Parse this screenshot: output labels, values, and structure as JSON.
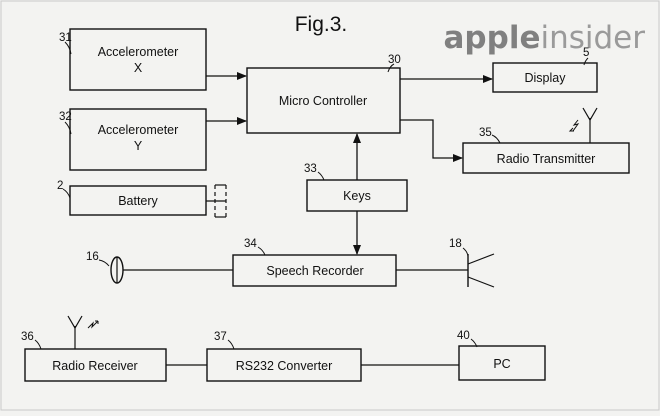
{
  "figure": {
    "title": "Fig.3.",
    "watermark": {
      "part1": "apple",
      "part2": "insider"
    }
  },
  "blocks": {
    "accel_x": {
      "ref": "31",
      "line1": "Accelerometer",
      "line2": "X"
    },
    "accel_y": {
      "ref": "32",
      "line1": "Accelerometer",
      "line2": "Y"
    },
    "battery": {
      "ref": "2",
      "label": "Battery"
    },
    "micro": {
      "ref": "30",
      "label": "Micro Controller"
    },
    "display": {
      "ref": "5",
      "label": "Display"
    },
    "radio_tx": {
      "ref": "35",
      "label": "Radio Transmitter"
    },
    "keys": {
      "ref": "33",
      "label": "Keys"
    },
    "speech": {
      "ref": "34",
      "label": "Speech Recorder"
    },
    "microphone": {
      "ref": "16"
    },
    "speaker": {
      "ref": "18"
    },
    "radio_rx": {
      "ref": "36",
      "label": "Radio Receiver"
    },
    "rs232": {
      "ref": "37",
      "label": "RS232 Converter"
    },
    "pc": {
      "ref": "40",
      "label": "PC"
    }
  },
  "colors": {
    "background": "#f3f3f1",
    "ink": "#111111",
    "watermark": "#9a9a9a"
  }
}
